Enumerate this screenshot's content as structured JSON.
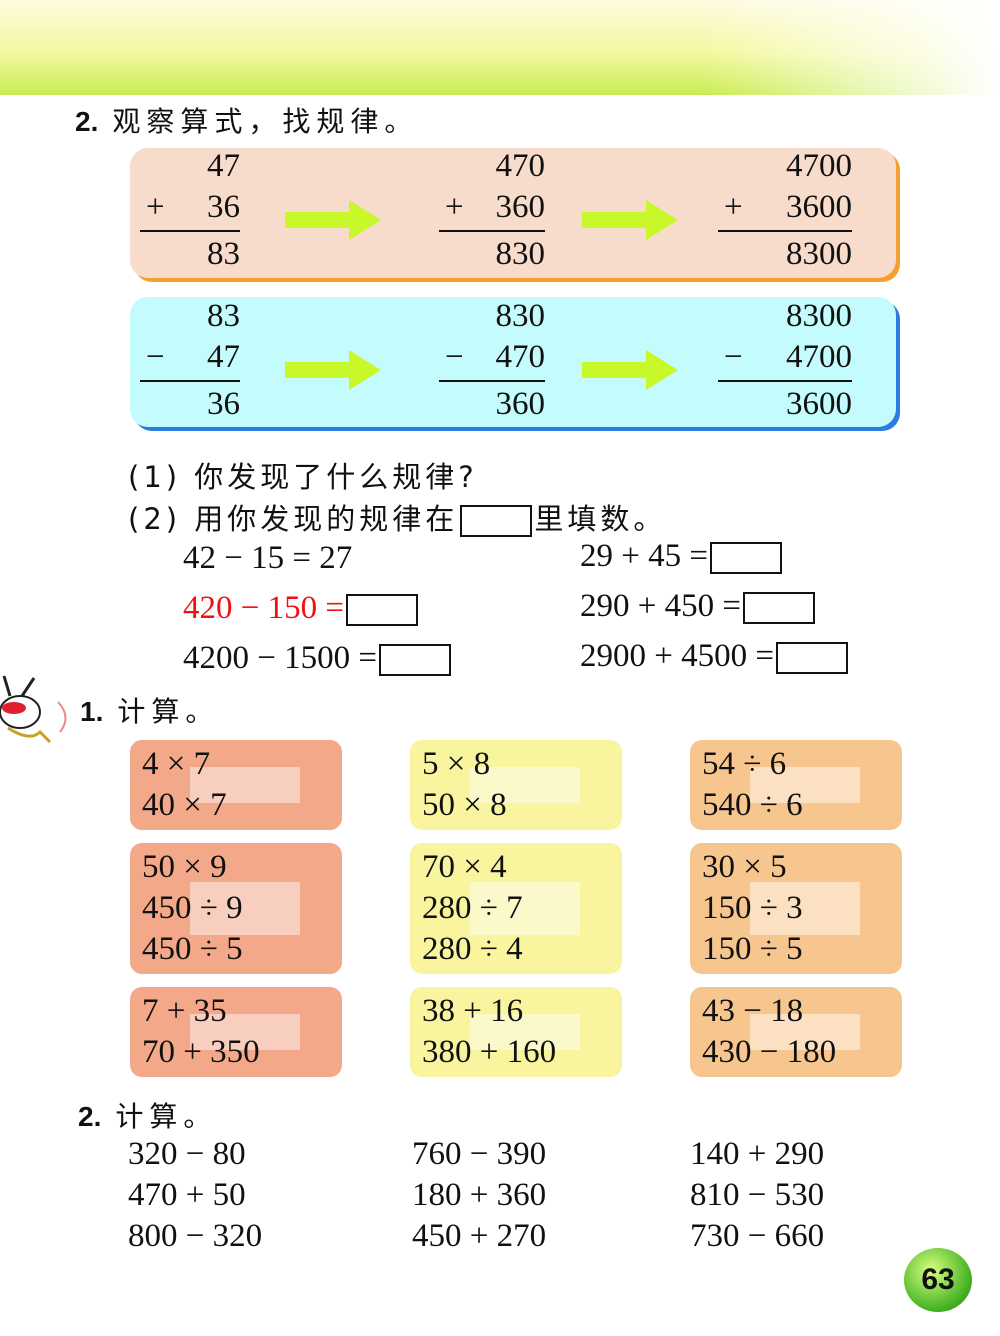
{
  "section_top": {
    "number": "2.",
    "title": "观察算式，找规律。"
  },
  "addition_row": [
    {
      "top": "47",
      "op": "+",
      "bottom": "36",
      "result": "83"
    },
    {
      "top": "470",
      "op": "+",
      "bottom": "360",
      "result": "830"
    },
    {
      "top": "4700",
      "op": "+",
      "bottom": "3600",
      "result": "8300"
    }
  ],
  "subtraction_row": [
    {
      "top": "83",
      "op": "−",
      "bottom": "47",
      "result": "36"
    },
    {
      "top": "830",
      "op": "−",
      "bottom": "470",
      "result": "360"
    },
    {
      "top": "8300",
      "op": "−",
      "bottom": "4700",
      "result": "3600"
    }
  ],
  "questions": {
    "q1": "(1) 你发现了什么规律?",
    "q2_before": "(2) 用你发现的规律在",
    "q2_after": "里填数。"
  },
  "fill_equations": {
    "left": [
      "42 − 15 = 27",
      "420 − 150 =",
      "4200 − 1500 ="
    ],
    "right": [
      "29 + 45 =",
      "290 + 450 =",
      "2900 + 4500 ="
    ]
  },
  "exercise1": {
    "number": "1.",
    "title": "计算。",
    "cards": [
      [
        "4 × 7",
        "40 × 7"
      ],
      [
        "5 × 8",
        "50 × 8"
      ],
      [
        "54 ÷ 6",
        "540 ÷ 6"
      ],
      [
        "50 × 9",
        "450 ÷ 9",
        "450 ÷ 5"
      ],
      [
        "70 × 4",
        "280 ÷ 7",
        "280 ÷ 4"
      ],
      [
        "30 × 5",
        "150 ÷ 3",
        "150 ÷ 5"
      ],
      [
        "7 + 35",
        "70 + 350"
      ],
      [
        "38 + 16",
        "380 + 160"
      ],
      [
        "43 − 18",
        "430 − 180"
      ]
    ]
  },
  "exercise2": {
    "number": "2.",
    "title": "计算。",
    "columns": [
      [
        "320 − 80",
        "470 + 50",
        "800 − 320"
      ],
      [
        "760 − 390",
        "180 + 360",
        "450 + 270"
      ],
      [
        "140 + 290",
        "810 − 530",
        "730 − 660"
      ]
    ]
  },
  "page_number": "63",
  "colors": {
    "arrow": "#c8f82a",
    "highlight": "#f01010"
  }
}
